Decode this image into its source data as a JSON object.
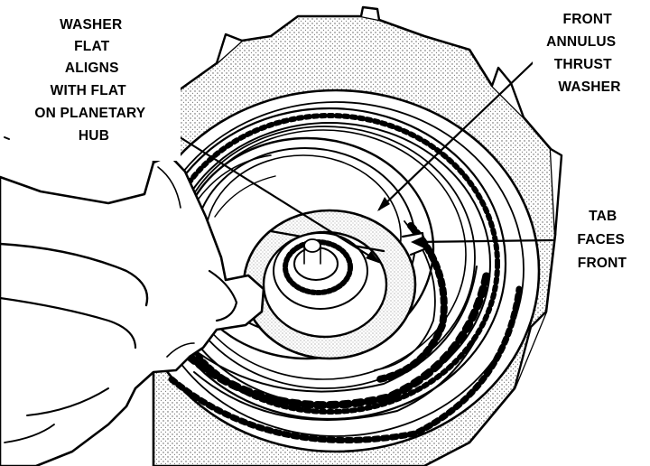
{
  "callouts": {
    "washer_flat": [
      "WASHER",
      "FLAT",
      "ALIGNS",
      "WITH FLAT",
      "ON PLANETARY",
      "HUB"
    ],
    "front_annulus": [
      "FRONT",
      "ANNULUS",
      "THRUST",
      "WASHER"
    ],
    "tab_faces": [
      "TAB",
      "FACES",
      "FRONT"
    ]
  },
  "colors": {
    "ink": "#000000",
    "paper": "#ffffff",
    "stipple": "#8a8a8a"
  }
}
